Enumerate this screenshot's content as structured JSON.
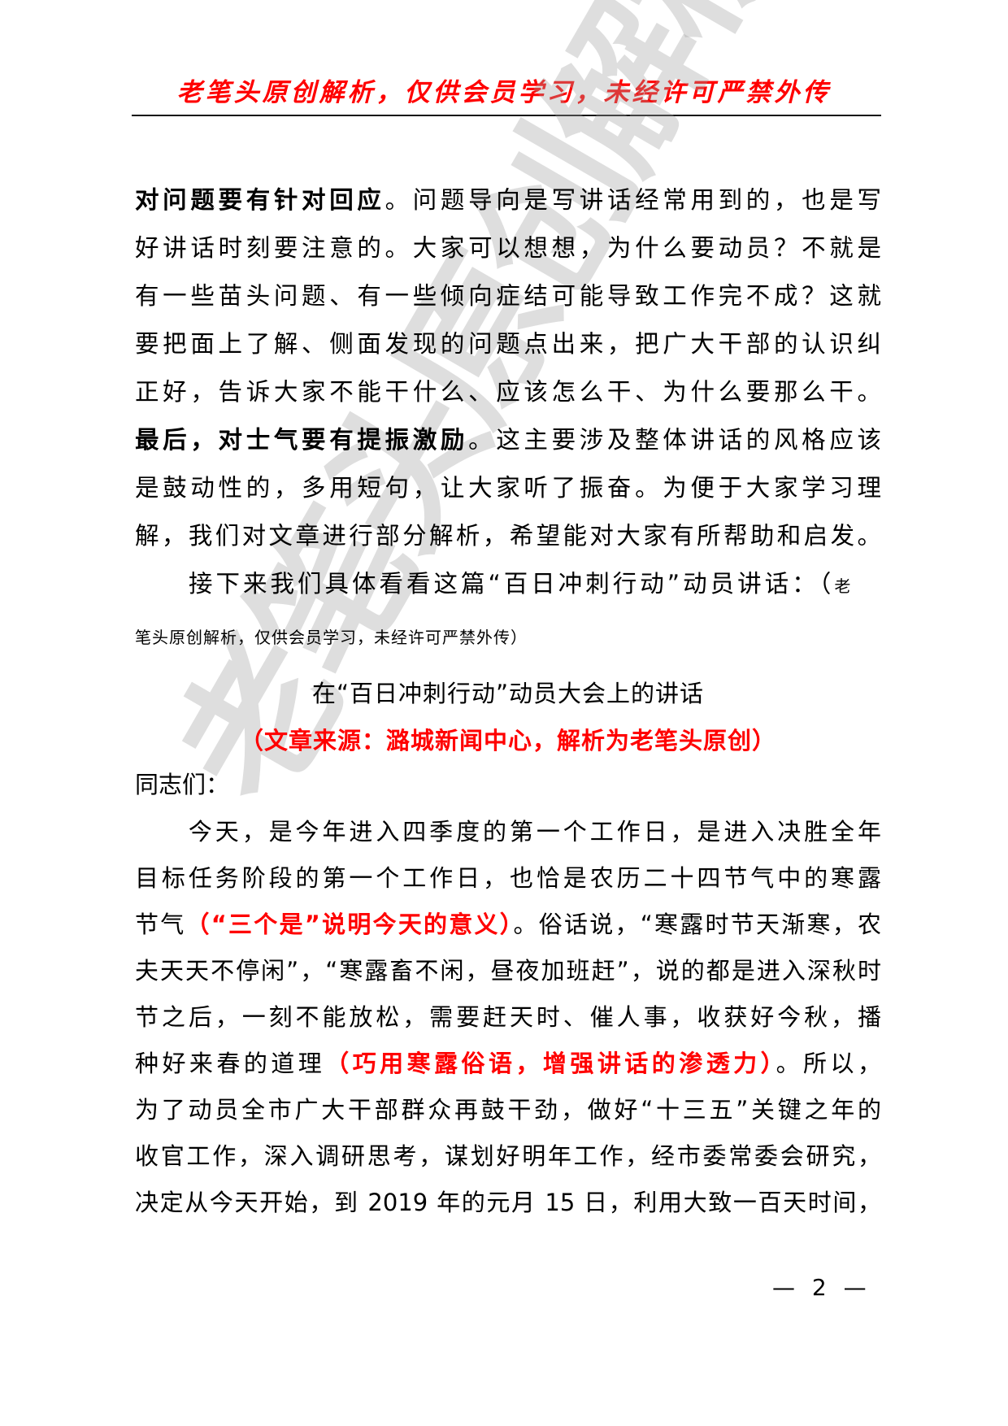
{
  "header": {
    "banner": "老笔头原创解析，仅供会员学习，未经许可严禁外传"
  },
  "watermark": {
    "text": "老笔头原创解析"
  },
  "analysis": {
    "lines": [
      {
        "bold": "对问题要有针对回应",
        "text": "。问题导向是写讲话经常用到的，也是写"
      },
      {
        "text": "好讲话时刻要注意的。大家可以想想，为什么要动员？不就是"
      },
      {
        "text": "有一些苗头问题、有一些倾向症结可能导致工作完不成？这就"
      },
      {
        "text": "要把面上了解、侧面发现的问题点出来，把广大干部的认识纠"
      },
      {
        "text": "正好，告诉大家不能干什么、应该怎么干、为什么要那么干。"
      },
      {
        "bold": "最后，对士气要有提振激励",
        "text": "。这主要涉及整体讲话的风格应该"
      },
      {
        "text": "是鼓动性的，多用短句，让大家听了振奋。为便于大家学习理"
      },
      {
        "text": "解，我们对文章进行部分解析，希望能对大家有所帮助和启发。"
      }
    ],
    "intro": "接下来我们具体看看这篇“百日冲刺行动”动员讲话：（",
    "intro_small_1": "老",
    "intro_small_2": "笔头原创解析，仅供会员学习，未经许可严禁外传）"
  },
  "speech": {
    "title": "在“百日冲刺行动”动员大会上的讲话",
    "source": "（文章来源：潞城新闻中心，解析为老笔头原创）",
    "salutation": "同志们：",
    "lines": [
      {
        "text": "　　今天，是今年进入四季度的第一个工作日，是进入决胜全年"
      },
      {
        "text": "目标任务阶段的第一个工作日，也恰是农历二十四节气中的寒露"
      },
      {
        "pre": "节气",
        "note": "（“三个是”说明今天的意义）",
        "post": "。俗话说，“寒露时节天渐寒，农"
      },
      {
        "text": "夫天天不停闲”，“寒露畜不闲，昼夜加班赶”，说的都是进入深秋时"
      },
      {
        "text": "节之后，一刻不能放松，需要赶天时、催人事，收获好今秋，播"
      },
      {
        "pre": "种好来春的道理",
        "note": "（巧用寒露俗语，增强讲话的渗透力）",
        "post": "。所以，"
      },
      {
        "text": "为了动员全市广大干部群众再鼓干劲，做好“十三五”关键之年的"
      },
      {
        "text": "收官工作，深入调研思考，谋划好明年工作，经市委常委会研究，"
      },
      {
        "text": "决定从今天开始，到 2019 年的元月 15 日，利用大致一百天时间，"
      }
    ]
  },
  "footer": {
    "page_number": "— 2 —"
  },
  "colors": {
    "accent_red": "#ff0000",
    "text": "#000000",
    "watermark_gray": "#a0a0a0"
  }
}
